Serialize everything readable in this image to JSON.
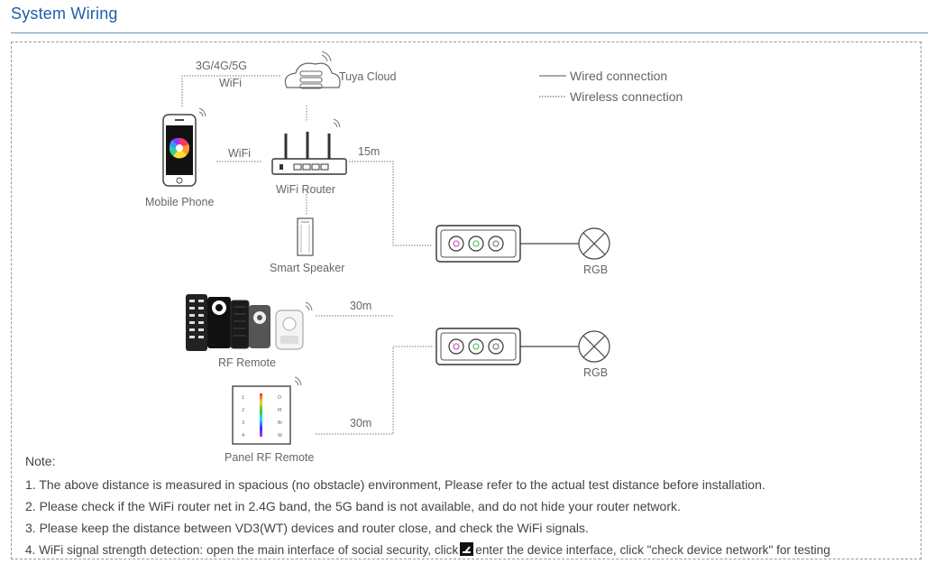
{
  "header": {
    "title": "System Wiring"
  },
  "legend": {
    "wired": "Wired connection",
    "wireless": "Wireless connection"
  },
  "devices": {
    "cloud": "Tuya Cloud",
    "network": "3G/4G/5G",
    "network_wifi": "WiFi",
    "phone": "Mobile Phone",
    "phone_link": "WiFi",
    "router": "WiFi Router",
    "speaker": "Smart Speaker",
    "rf_remote": "RF Remote",
    "panel_remote": "Panel RF Remote",
    "rgb_1": "RGB",
    "rgb_2": "RGB"
  },
  "distances": {
    "router": "15m",
    "rf_remote": "30m",
    "panel_remote": "30m"
  },
  "notes": {
    "title": "Note:",
    "items": [
      "1. The above distance is measured in spacious (no obstacle) environment,  Please refer to the actual test distance before installation.",
      "2. Please check if the WiFi router net in 2.4G band, the 5G band is not available, and do not hide your router network.",
      "3. Please keep the distance between VD3(WT) devices and router close, and check the WiFi signals."
    ],
    "item4_before": "4. WiFi signal strength detection: open the main interface of social security, click",
    "item4_after": "enter the device interface, click \"check device network\" for testing"
  },
  "colors": {
    "title": "#1f5fa8",
    "rule": "#6c8fb4"
  }
}
